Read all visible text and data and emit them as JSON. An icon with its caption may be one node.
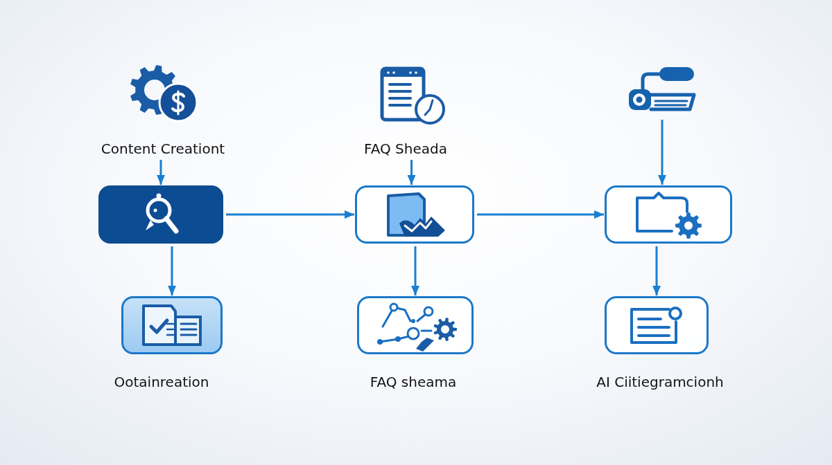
{
  "diagram": {
    "nodes": [
      {
        "text": [
          "Content Creationt"
        ]
      },
      {
        "text": [
          "FAQ Sheada"
        ]
      },
      {
        "text": [],
        "shape": "picture"
      },
      {
        "text": [],
        "shape": "box"
      },
      {
        "text": [],
        "shape": "box"
      },
      {
        "text": [],
        "shape": "box"
      },
      {
        "text": [],
        "shape": "box",
        "beside": [
          "Ootainreation"
        ]
      },
      {
        "text": [],
        "shape": "box",
        "beside": [
          "FAQ sheama"
        ]
      },
      {
        "text": [],
        "shape": "box",
        "beside": [
          "AI Ciitiegramcionh"
        ]
      }
    ],
    "edges": [
      {
        "from": 0,
        "to": 3,
        "arrow": "to"
      },
      {
        "from": 1,
        "to": 4,
        "arrow": "to"
      },
      {
        "from": 2,
        "to": 5,
        "arrow": "to"
      },
      {
        "from": 3,
        "to": 4,
        "arrow": "to"
      },
      {
        "from": 4,
        "to": 5,
        "arrow": "to"
      },
      {
        "from": 3,
        "to": 6,
        "arrow": "to"
      },
      {
        "from": 4,
        "to": 7,
        "arrow": "to"
      },
      {
        "from": 5,
        "to": 8,
        "arrow": "to"
      }
    ]
  }
}
